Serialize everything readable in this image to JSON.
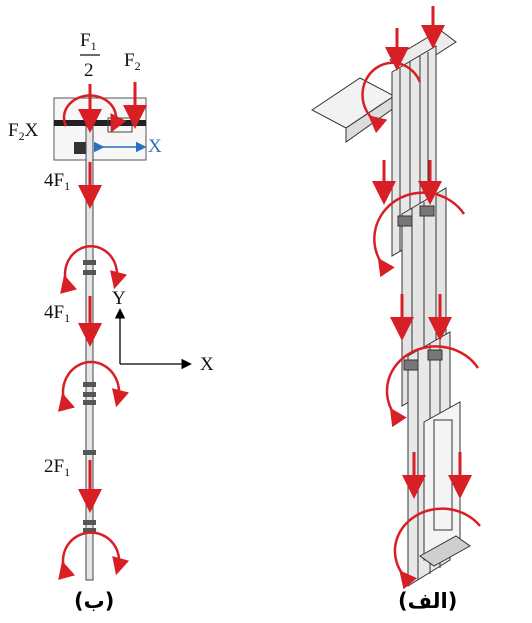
{
  "colors": {
    "force": "#d81f26",
    "accent": "#2b6fbf",
    "outline": "#333333",
    "axis": "#000000"
  },
  "panel_b": {
    "caption": "(ب)",
    "labels": {
      "f1_half_num": "F",
      "f1_half_num_sub": "1",
      "f1_half_den": "2",
      "f2": "F",
      "f2_sub": "2",
      "f2x": "F",
      "f2x_sub": "2",
      "f2x_tail": "X",
      "x_dim": "X",
      "f4a": "4F",
      "f4a_sub": "1",
      "f4b": "4F",
      "f4b_sub": "1",
      "f2f1": "2F",
      "f2f1_sub": "1",
      "axis_y": "Y",
      "axis_x": "X"
    }
  },
  "panel_a": {
    "caption": "(الف)"
  }
}
